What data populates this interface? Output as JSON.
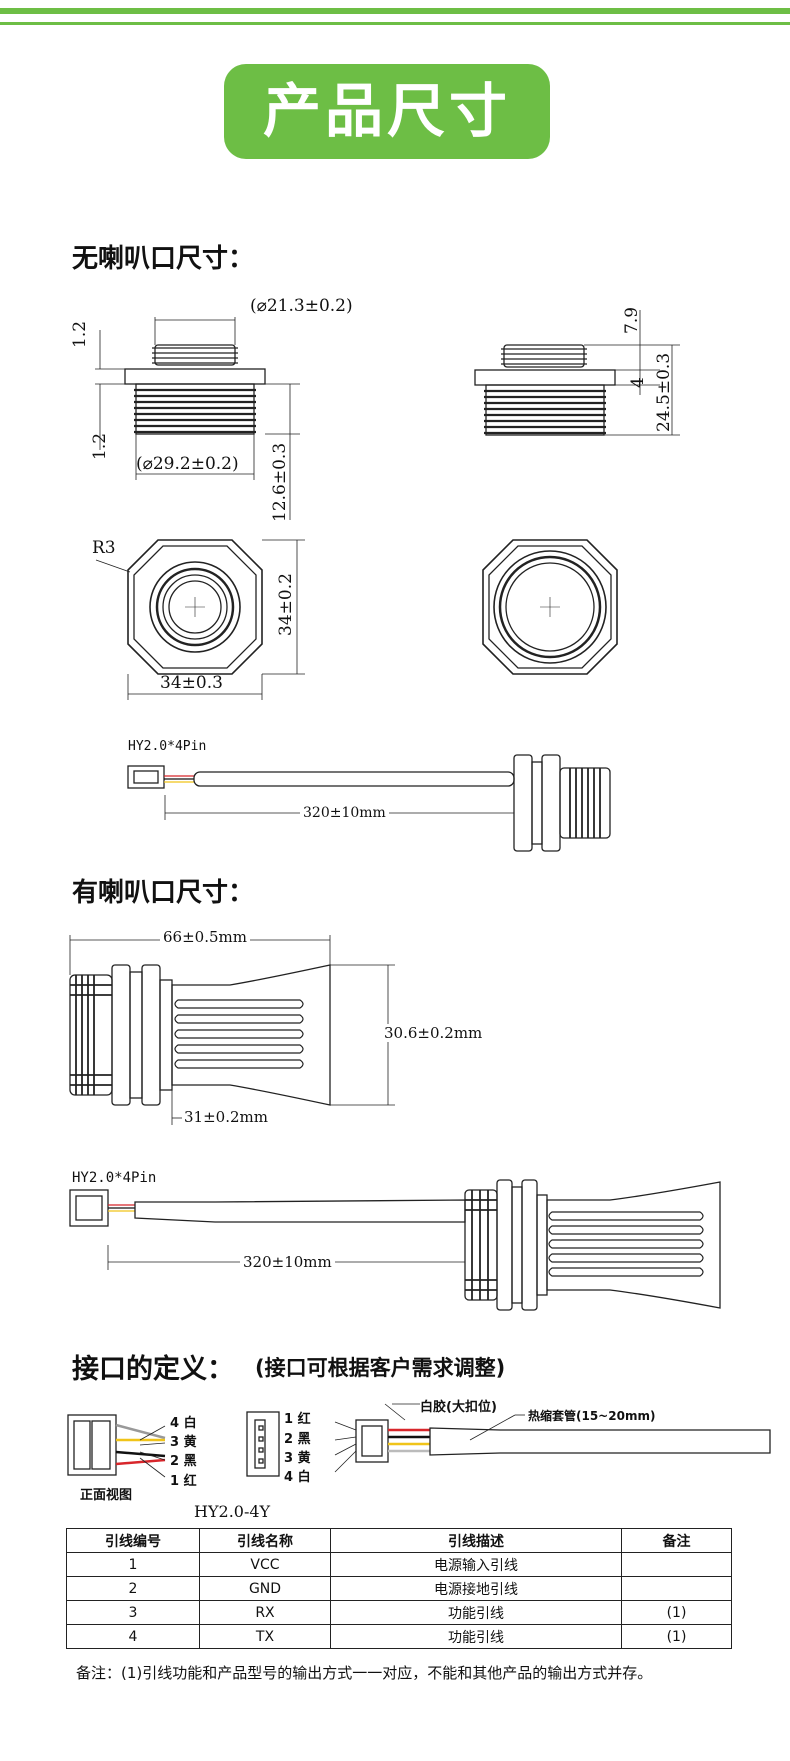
{
  "header": {
    "title": "产品尺寸",
    "accent_color": "#6dbe45"
  },
  "section_no_horn": {
    "title": "无喇叭口尺寸：",
    "dims": {
      "top_dia": "(⌀21.3±0.2)",
      "thread_dia": "(⌀29.2±0.2)",
      "flange_top": "1.2",
      "flange_bottom": "1.2",
      "thread_len": "12.6±0.3",
      "top_h": "7.9",
      "flange_h": "4",
      "total_h": "24.5±0.3",
      "radius": "R3",
      "hex_h": "34±0.2",
      "hex_w": "34±0.3",
      "connector": "HY2.0*4Pin",
      "cable_len": "320±10mm"
    }
  },
  "section_horn": {
    "title": "有喇叭口尺寸：",
    "dims": {
      "total_len": "66±0.5mm",
      "horn_dia": "30.6±0.2mm",
      "horn_len": "31±0.2mm",
      "connector": "HY2.0*4Pin",
      "cable_len": "320±10mm"
    }
  },
  "interface": {
    "title": "接口的定义：",
    "subtitle": "(接口可根据客户需求调整)",
    "front_view_label": "正面视图",
    "front_pins": [
      "4 白",
      "3 黄",
      "2 黑",
      "1 红"
    ],
    "side_pins": [
      "1 红",
      "2 黑",
      "3 黄",
      "4 白"
    ],
    "white_glue_label": "白胶(大扣位)",
    "shrink_label": "热缩套管(15~20mm)",
    "model": "HY2.0-4Y",
    "wire_colors": {
      "red": "#d8262b",
      "black": "#111111",
      "yellow": "#f0c419",
      "white": "#dddddd"
    }
  },
  "table": {
    "headers": [
      "引线编号",
      "引线名称",
      "引线描述",
      "备注"
    ],
    "rows": [
      [
        "1",
        "VCC",
        "电源输入引线",
        ""
      ],
      [
        "2",
        "GND",
        "电源接地引线",
        ""
      ],
      [
        "3",
        "RX",
        "功能引线",
        "(1)"
      ],
      [
        "4",
        "TX",
        "功能引线",
        "(1)"
      ]
    ],
    "note": "备注：(1)引线功能和产品型号的输出方式一一对应，不能和其他产品的输出方式并存。"
  }
}
